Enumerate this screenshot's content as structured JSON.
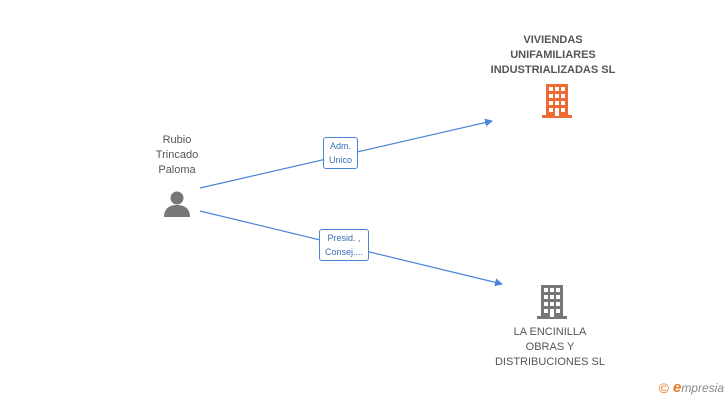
{
  "colors": {
    "edge": "#4a86d8",
    "person_icon": "#777777",
    "company_active": "#f06a35",
    "company_inactive": "#777777",
    "brand": "#e07a1f"
  },
  "person": {
    "icon": "person-icon",
    "name_lines": [
      "Rubio",
      "Trincado",
      "Paloma"
    ]
  },
  "companies": [
    {
      "icon": "building-icon",
      "name_lines": [
        "VIVIENDAS",
        "UNIFAMILIARES",
        "INDUSTRIALIZADAS SL"
      ]
    },
    {
      "icon": "building-icon",
      "name_lines": [
        "LA ENCINILLA",
        "OBRAS Y",
        "DISTRIBUCIONES SL"
      ]
    }
  ],
  "relations": [
    {
      "label_lines": [
        "Adm.",
        "Unico"
      ]
    },
    {
      "label_lines": [
        "Presid. ,",
        "Consej...."
      ]
    }
  ],
  "footer": {
    "copyright_symbol": "©",
    "brand_first": "e",
    "brand_rest": "mpresia"
  }
}
